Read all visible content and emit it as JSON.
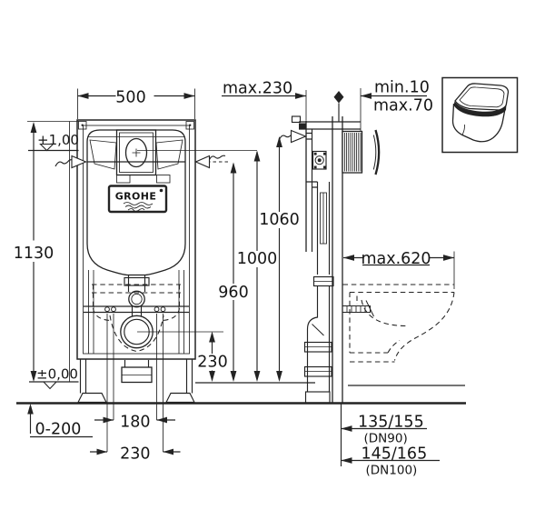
{
  "drawing": {
    "brand": "GROHE",
    "front": {
      "frame_width": "500",
      "frame_height": "1130",
      "upper_level": "+1,00",
      "floor_level": "±0,00",
      "floor_adjust_range": "0-200",
      "bolt_spacing": "180",
      "anchor_spacing": "230"
    },
    "heights": {
      "actuator": "1060",
      "flush_center": "1000",
      "water_level": "960",
      "outlet": "230"
    },
    "side": {
      "frame_depth": "max.230",
      "wall_finish_min": "min.10",
      "wall_finish_max": "max.70",
      "bowl_projection": "max.620",
      "drain_dn90": "135/155",
      "drain_dn90_label": "(DN90)",
      "drain_dn100": "145/165",
      "drain_dn100_label": "(DN100)"
    }
  }
}
